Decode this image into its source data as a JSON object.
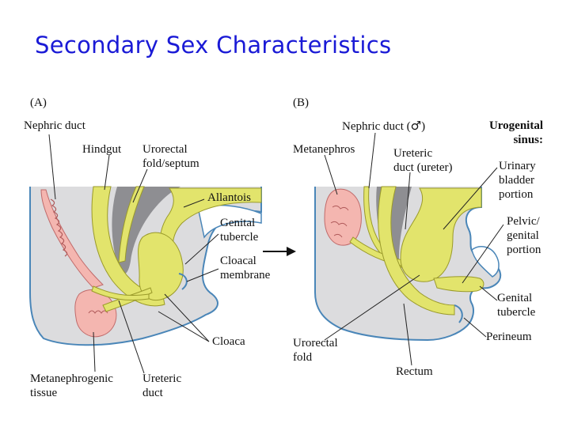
{
  "title": "Secondary Sex Characteristics",
  "panel_a": {
    "letter": "(A)",
    "labels": {
      "nephric_duct": "Nephric duct",
      "hindgut": "Hindgut",
      "urorectal_line1": "Urorectal",
      "urorectal_line2": "fold/septum",
      "allantois": "Allantois",
      "genital_line1": "Genital",
      "genital_line2": "tubercle",
      "cloacal_line1": "Cloacal",
      "cloacal_line2": "membrane",
      "cloaca": "Cloaca",
      "metanephrogenic_line1": "Metanephrogenic",
      "metanephrogenic_line2": "tissue",
      "ureteric_line1": "Ureteric",
      "ureteric_line2": "duct"
    }
  },
  "panel_b": {
    "letter": "(B)",
    "labels": {
      "nephric_duct": "Nephric duct (",
      "male_symbol": "♂",
      "nephric_close": ")",
      "urogenital_line1": "Urogenital",
      "urogenital_line2": "sinus:",
      "metanephros": "Metanephros",
      "ureteric_line1": "Ureteric",
      "ureteric_line2": "duct (ureter)",
      "urinary_line1": "Urinary",
      "urinary_line2": "bladder",
      "urinary_line3": "portion",
      "pelvic_line1": "Pelvic/",
      "pelvic_line2": "genital",
      "pelvic_line3": "portion",
      "genital_line1": "Genital",
      "genital_line2": "tubercle",
      "perineum": "Perineum",
      "urorectal_line1": "Urorectal",
      "urorectal_line2": "fold",
      "rectum": "Rectum"
    }
  },
  "colors": {
    "title": "#1a1ad6",
    "tissue_gray": "#dcdcde",
    "cavity_gray": "#8e8e92",
    "duct_yellow": "#e2e46c",
    "duct_outline": "#9a9a2a",
    "membrane_blue": "#4a86b8",
    "kidney_pink": "#f4b6b0"
  }
}
